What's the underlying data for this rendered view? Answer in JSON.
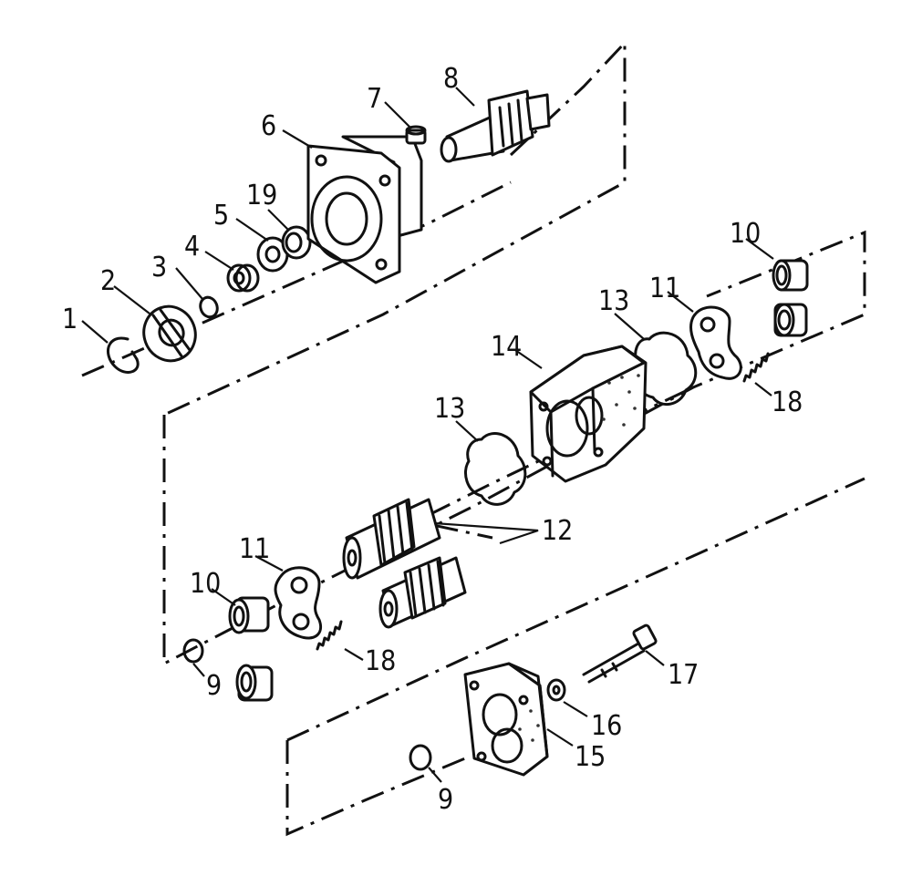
{
  "parts": [
    {
      "id": "1",
      "label": "1"
    },
    {
      "id": "2",
      "label": "2"
    },
    {
      "id": "3",
      "label": "3"
    },
    {
      "id": "4",
      "label": "4"
    },
    {
      "id": "5",
      "label": "5"
    },
    {
      "id": "6",
      "label": "6"
    },
    {
      "id": "7",
      "label": "7"
    },
    {
      "id": "8",
      "label": "8"
    },
    {
      "id": "19",
      "label": "19"
    },
    {
      "id": "10a",
      "label": "10"
    },
    {
      "id": "11a",
      "label": "11"
    },
    {
      "id": "13a",
      "label": "13"
    },
    {
      "id": "14",
      "label": "14"
    },
    {
      "id": "18a",
      "label": "18"
    },
    {
      "id": "13b",
      "label": "13"
    },
    {
      "id": "12",
      "label": "12"
    },
    {
      "id": "11b",
      "label": "11"
    },
    {
      "id": "10b",
      "label": "10"
    },
    {
      "id": "9a",
      "label": "9"
    },
    {
      "id": "18b",
      "label": "18"
    },
    {
      "id": "17",
      "label": "17"
    },
    {
      "id": "16",
      "label": "16"
    },
    {
      "id": "15",
      "label": "15"
    },
    {
      "id": "9b",
      "label": "9"
    }
  ],
  "icons": {
    "retaining_ring": "snap-ring-icon",
    "shaft_seal": "seal-icon",
    "bearing": "bushing-icon",
    "gear": "gear-icon",
    "housing": "pump-body-icon",
    "cover": "end-cover-icon",
    "bolt": "bolt-icon"
  },
  "colors": {
    "ink": "#111111",
    "paper": "#ffffff"
  }
}
